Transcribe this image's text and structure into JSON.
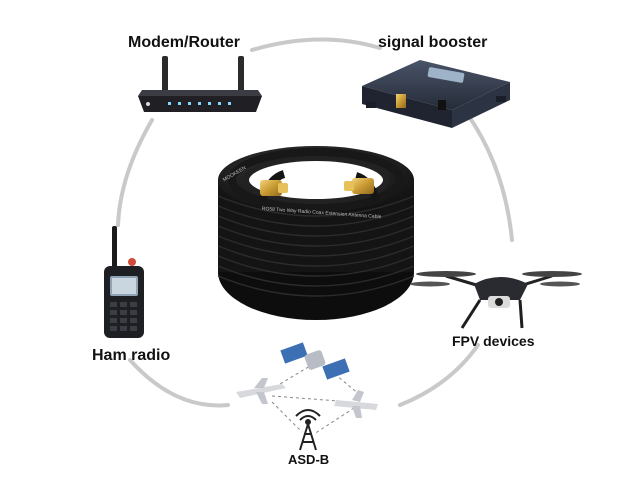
{
  "labels": {
    "router": "Modem/Router",
    "booster": "signal booster",
    "ham_radio": "Ham radio",
    "fpv": "FPV devices",
    "asdb": "ASD-B"
  },
  "cable_print": {
    "brand": "MOOKEEN",
    "text_line": "RG58  Two Way  Radio  Coax  Extension  Antenna  Cable"
  },
  "colors": {
    "ring": "#c8c8c8",
    "cable": "#1c1c1c",
    "connector": "#d4a640",
    "device_dark": "#2a2d36",
    "booster_body": "#30384a"
  },
  "icons": [
    "router-icon",
    "signal-booster-icon",
    "coax-cable-icon",
    "walkie-talkie-icon",
    "drone-icon",
    "satellite-icon",
    "airplane-icon",
    "radio-tower-icon"
  ]
}
